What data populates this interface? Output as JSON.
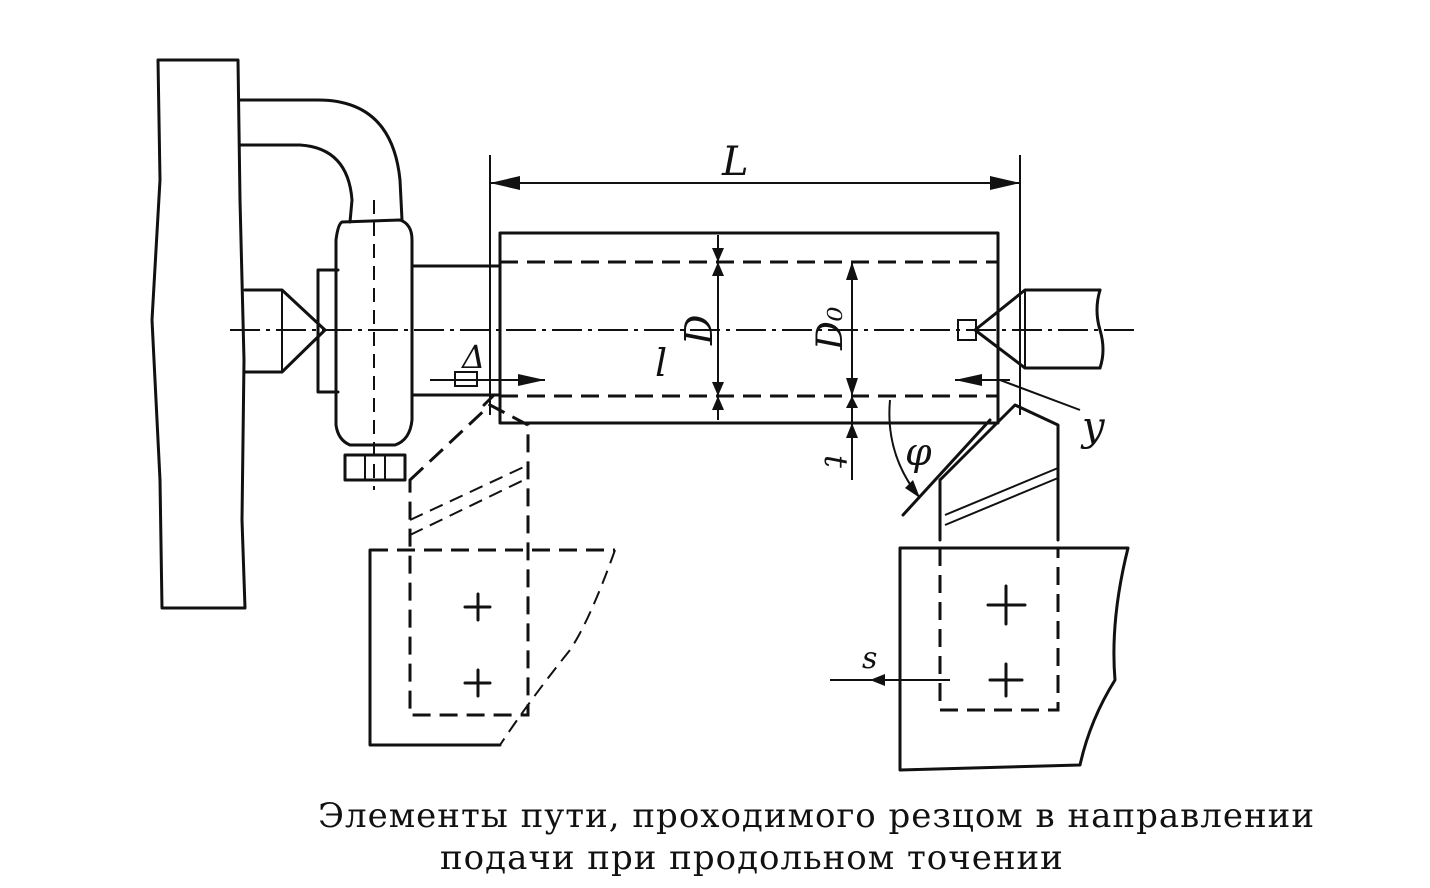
{
  "labels": {
    "L_top": "L",
    "L_inner": "l",
    "D": "D",
    "D0": "D₀",
    "delta": "Δ",
    "y": "y",
    "phi": "φ",
    "t": "t",
    "s": "s"
  },
  "caption": {
    "line1": "Элементы пути, проходимого резцом в направлении",
    "line2": "подачи при продольном точении"
  }
}
